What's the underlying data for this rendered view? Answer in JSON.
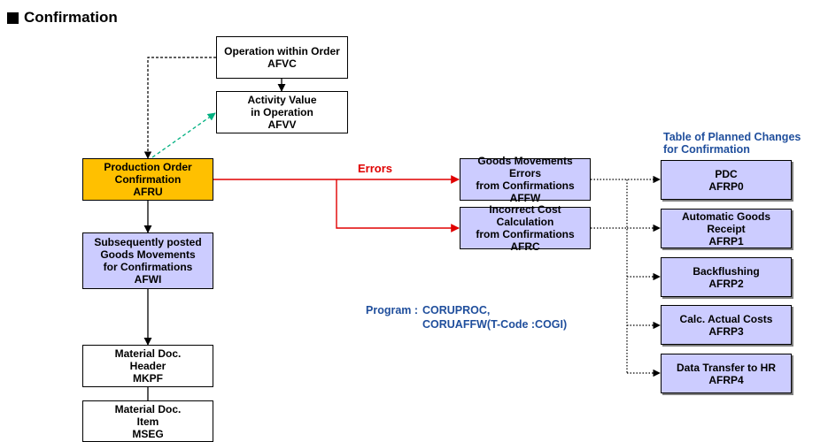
{
  "title": "Confirmation",
  "boxes": {
    "afvc": {
      "line1": "Operation within Order",
      "code": "AFVC"
    },
    "afvv": {
      "line1": "Activity Value",
      "line2": "in Operation",
      "code": "AFVV"
    },
    "afru": {
      "line1": "Production Order",
      "line2": "Confirmation",
      "code": "AFRU"
    },
    "afwi": {
      "line1": "Subsequently posted",
      "line2": "Goods Movements",
      "line3": "for Confirmations",
      "code": "AFWI"
    },
    "mkpf": {
      "line1": "Material Doc.",
      "line2": "Header",
      "code": "MKPF"
    },
    "mseg": {
      "line1": "Material Doc.",
      "line2": "Item",
      "code": "MSEG"
    },
    "affw": {
      "line1": "Goods Movements Errors",
      "line2": "from Confirmations",
      "code": "AFFW"
    },
    "afrc": {
      "line1": "Incorrect Cost Calculation",
      "line2": "from Confirmations",
      "code": "AFRC"
    },
    "afrp0": {
      "line1": "PDC",
      "code": "AFRP0"
    },
    "afrp1": {
      "line1": "Automatic Goods Receipt",
      "code": "AFRP1"
    },
    "afrp2": {
      "line1": "Backflushing",
      "code": "AFRP2"
    },
    "afrp3": {
      "line1": "Calc. Actual Costs",
      "code": "AFRP3"
    },
    "afrp4": {
      "line1": "Data Transfer to HR",
      "code": "AFRP4"
    }
  },
  "errors_label": "Errors",
  "planned_changes": {
    "line1": "Table of Planned Changes",
    "line2": "for Confirmation"
  },
  "program": {
    "label": "Program :",
    "line1": "CORUPROC,",
    "line2": "CORUAFFW(T-Code :COGI)"
  },
  "colors": {
    "gold": "#ffc000",
    "lavender": "#ccccff",
    "error_red": "#e00000",
    "blue_text": "#1f4e9c",
    "green_dash": "#00b080"
  }
}
